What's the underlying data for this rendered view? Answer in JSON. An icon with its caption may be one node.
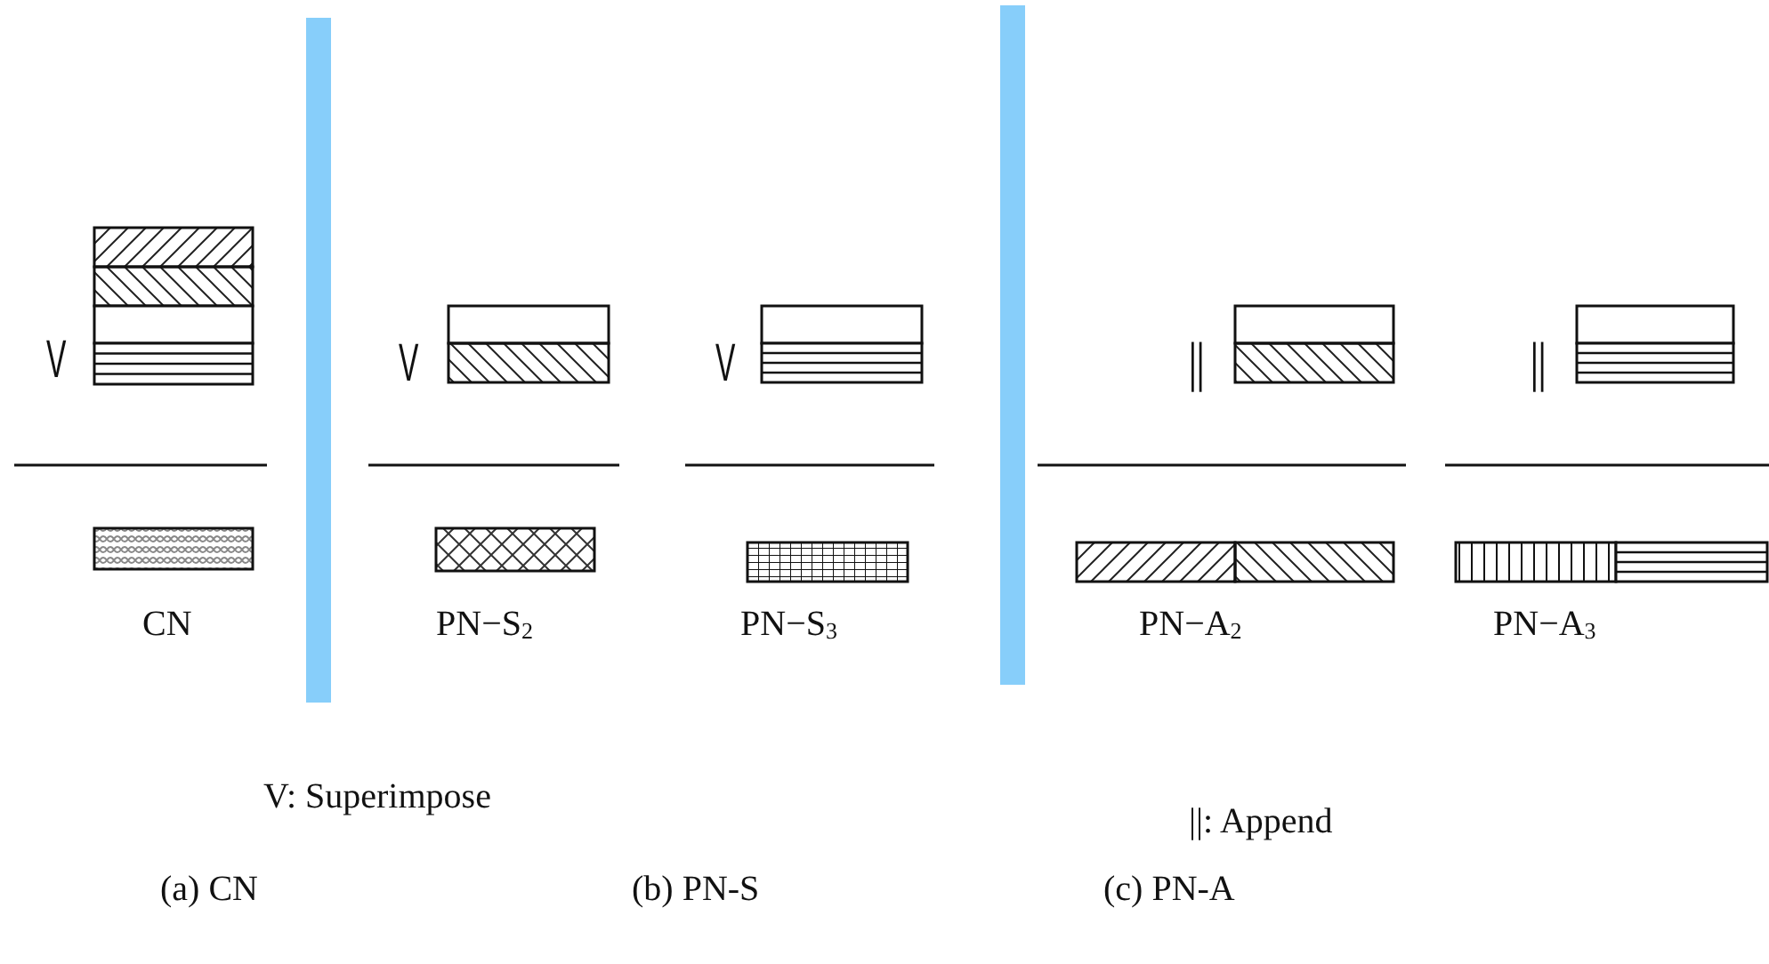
{
  "diagram": {
    "nodes": [
      {
        "text": [],
        "shape": "bar"
      },
      {
        "text": [],
        "shape": "bar"
      }
    ],
    "labels": [
      "V",
      "V",
      "V",
      "||",
      "||",
      "CN",
      "PN−S$_{2}$",
      "PN−S$_{3}$",
      "PN−A$_{2}$",
      "PN−A$_{3}$",
      "V: Superimpose",
      "||: Append",
      "(a) CN",
      "(b) PN-S",
      "(c) PN-A"
    ]
  }
}
